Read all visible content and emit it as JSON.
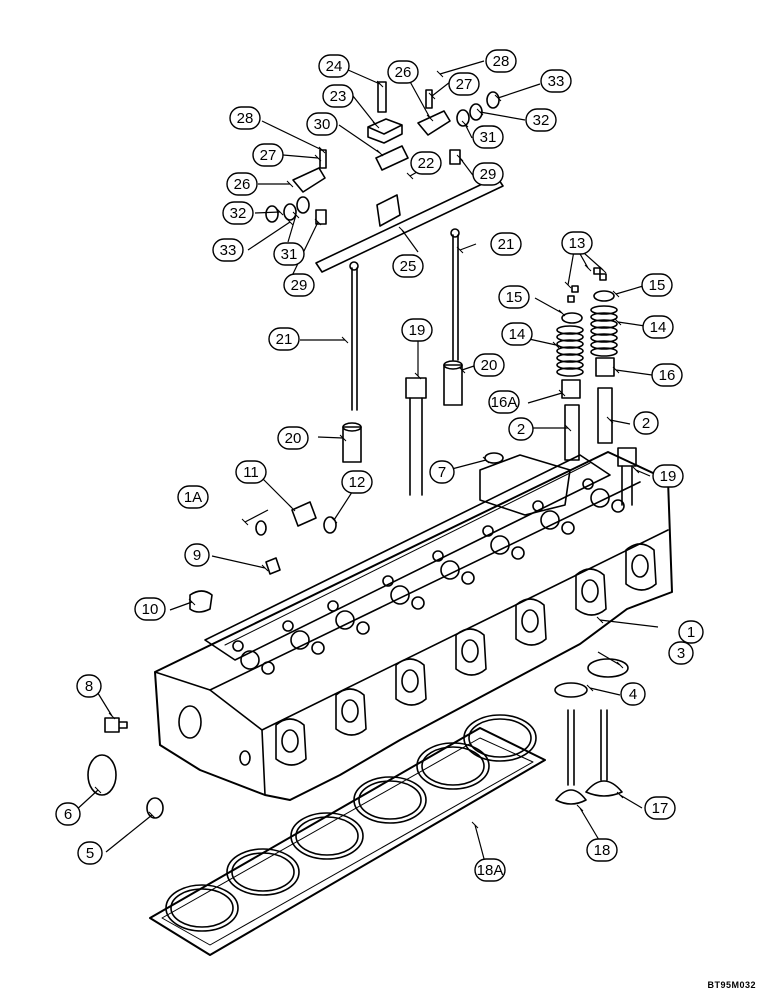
{
  "figure": {
    "reference_code": "BT95M032",
    "callouts": [
      "1",
      "1A",
      "2",
      "2",
      "3",
      "4",
      "5",
      "6",
      "7",
      "8",
      "9",
      "10",
      "11",
      "12",
      "13",
      "14",
      "14",
      "15",
      "15",
      "16",
      "16A",
      "17",
      "18",
      "18A",
      "19",
      "19",
      "20",
      "20",
      "21",
      "21",
      "22",
      "23",
      "24",
      "25",
      "26",
      "26",
      "27",
      "27",
      "28",
      "28",
      "29",
      "29",
      "30",
      "31",
      "31",
      "32",
      "32",
      "33",
      "33"
    ]
  },
  "colors": {
    "ink": "#000000",
    "paper": "#ffffff"
  }
}
